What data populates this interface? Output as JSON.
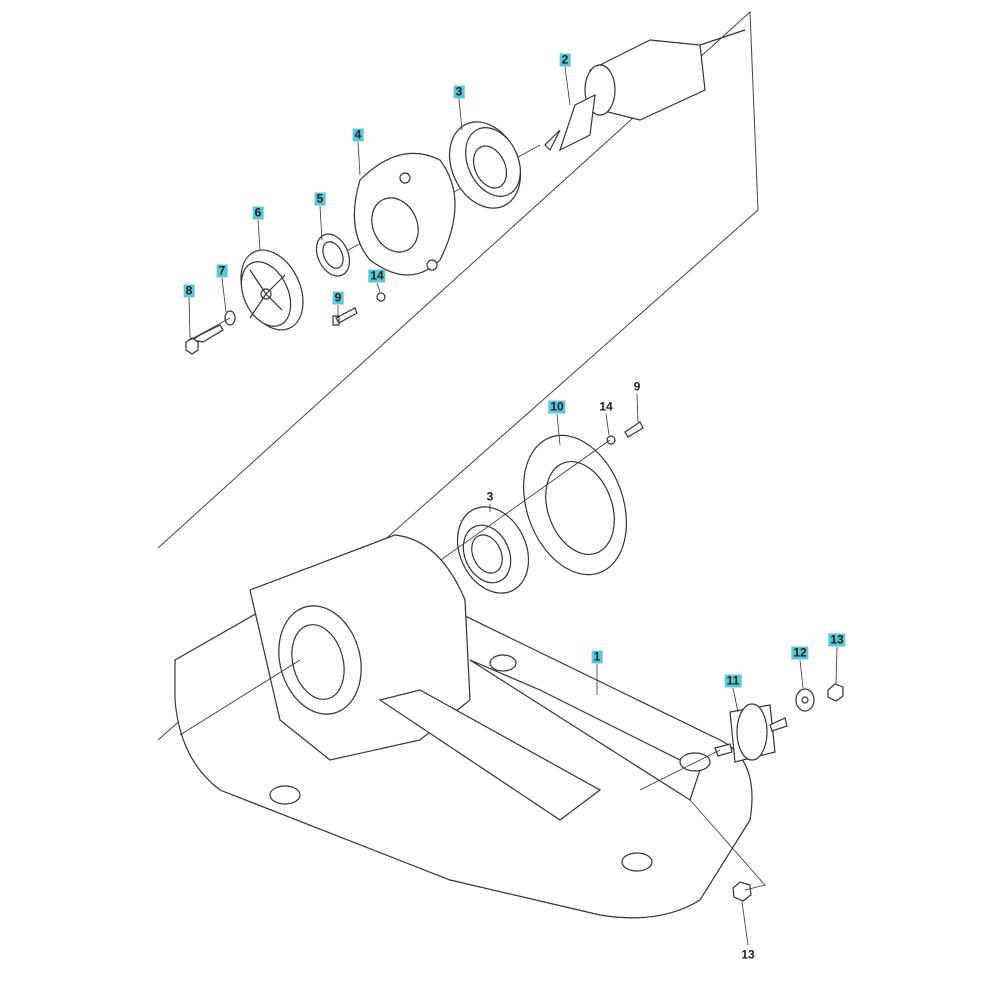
{
  "diagram": {
    "highlight_color": "#5bc8d8",
    "callouts": [
      {
        "id": "c2",
        "text": "2",
        "highlighted": true
      },
      {
        "id": "c3a",
        "text": "3",
        "highlighted": true
      },
      {
        "id": "c4",
        "text": "4",
        "highlighted": true
      },
      {
        "id": "c5",
        "text": "5",
        "highlighted": true
      },
      {
        "id": "c6",
        "text": "6",
        "highlighted": true
      },
      {
        "id": "c7",
        "text": "7",
        "highlighted": true
      },
      {
        "id": "c8",
        "text": "8",
        "highlighted": true
      },
      {
        "id": "c9a",
        "text": "9",
        "highlighted": true
      },
      {
        "id": "c14a",
        "text": "14",
        "highlighted": true
      },
      {
        "id": "c10",
        "text": "10",
        "highlighted": true
      },
      {
        "id": "c14b",
        "text": "14",
        "highlighted": false
      },
      {
        "id": "c9b",
        "text": "9",
        "highlighted": false
      },
      {
        "id": "c3b",
        "text": "3",
        "highlighted": false
      },
      {
        "id": "c1",
        "text": "1",
        "highlighted": true
      },
      {
        "id": "c11",
        "text": "11",
        "highlighted": true
      },
      {
        "id": "c12",
        "text": "12",
        "highlighted": true
      },
      {
        "id": "c13a",
        "text": "13",
        "highlighted": true
      },
      {
        "id": "c13b",
        "text": "13",
        "highlighted": false
      }
    ]
  }
}
